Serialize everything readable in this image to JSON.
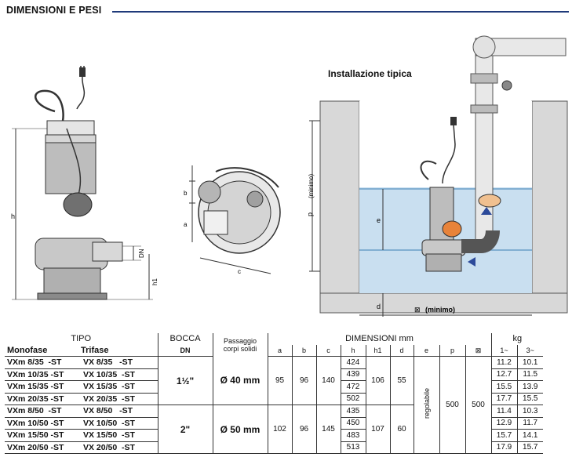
{
  "header": {
    "title": "DIMENSIONI E PESI"
  },
  "drawings": {
    "installation_title": "Installazione tipica",
    "pump_labels": {
      "h": "h",
      "h1": "h1",
      "dn": "DN"
    },
    "top_labels": {
      "a": "a",
      "b": "b",
      "c": "c"
    },
    "install_labels": {
      "p": "p",
      "p_min": "(minimo)",
      "e": "e",
      "d": "d",
      "width": "(minimo)",
      "width_symbol": "⊠"
    }
  },
  "table": {
    "headers": {
      "tipo": "TIPO",
      "monofase": "Monofase",
      "trifase": "Trifase",
      "bocca": "BOCCA",
      "dn": "DN",
      "passaggio": "Passaggio",
      "corpi_solidi": "corpi solidi",
      "dimensioni": "DIMENSIONI mm",
      "kg": "kg",
      "cols": [
        "a",
        "b",
        "c",
        "h",
        "h1",
        "d",
        "e",
        "p",
        "⊠"
      ],
      "kg_cols": [
        "1~",
        "3~"
      ]
    },
    "groups": [
      {
        "bocca": "1½\"",
        "passaggio": "Ø 40 mm",
        "a": "95",
        "b": "96",
        "c": "140",
        "h1": "106",
        "d": "55",
        "rows": [
          {
            "mono": "VXm 8/35  -ST",
            "tri": "VX 8/35   -ST",
            "h": "424",
            "kg1": "11.2",
            "kg3": "10.1"
          },
          {
            "mono": "VXm 10/35 -ST",
            "tri": "VX 10/35  -ST",
            "h": "439",
            "kg1": "12.7",
            "kg3": "11.5"
          },
          {
            "mono": "VXm 15/35 -ST",
            "tri": "VX 15/35  -ST",
            "h": "472",
            "kg1": "15.5",
            "kg3": "13.9"
          },
          {
            "mono": "VXm 20/35 -ST",
            "tri": "VX 20/35  -ST",
            "h": "502",
            "kg1": "17.7",
            "kg3": "15.5"
          }
        ]
      },
      {
        "bocca": "2\"",
        "passaggio": "Ø 50 mm",
        "a": "102",
        "b": "96",
        "c": "145",
        "h1": "107",
        "d": "60",
        "rows": [
          {
            "mono": "VXm 8/50  -ST",
            "tri": "VX 8/50   -ST",
            "h": "435",
            "kg1": "11.4",
            "kg3": "10.3"
          },
          {
            "mono": "VXm 10/50 -ST",
            "tri": "VX 10/50  -ST",
            "h": "450",
            "kg1": "12.9",
            "kg3": "11.7"
          },
          {
            "mono": "VXm 15/50 -ST",
            "tri": "VX 15/50  -ST",
            "h": "483",
            "kg1": "15.7",
            "kg3": "14.1"
          },
          {
            "mono": "VXm 20/50 -ST",
            "tri": "VX 20/50  -ST",
            "h": "513",
            "kg1": "17.9",
            "kg3": "15.7"
          }
        ]
      }
    ],
    "shared": {
      "e": "regolabile",
      "p": "500",
      "w": "500"
    }
  }
}
